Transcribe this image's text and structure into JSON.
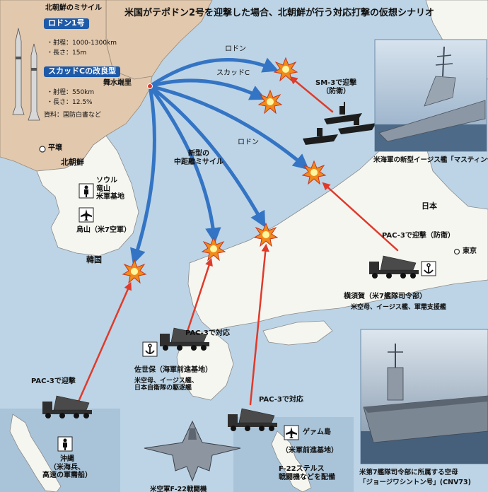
{
  "title": "米国がテポドン2号を迎撃した場合、北朝鮮が行う対応打撃の仮想シナリオ",
  "nk_missiles": {
    "header": "北朝鮮のミサイル",
    "missile1": {
      "name": "ロドン1号",
      "range": "・射程：1000-1300km",
      "length": "・長さ：15m"
    },
    "missile2": {
      "name": "スカッドCの改良型",
      "range": "・射程：550km",
      "length": "・長さ：12.5%"
    },
    "source": "資料：国防白書など"
  },
  "places": {
    "pyongyang": "平壌",
    "north_korea": "北朝鮮",
    "musudan": "舞水端里",
    "korea": "韓国",
    "japan": "日本",
    "tokyo": "東京"
  },
  "missile_labels": {
    "rodong_top": "ロドン",
    "scud_c": "スカッドC",
    "rodong_mid": "ロドン",
    "new_irbm": "新型の\n中距離ミサイル"
  },
  "bases": {
    "us_bases_korea": "ソウル\n竜山\n米軍基地",
    "osan": "烏山（米7空軍）",
    "yokosuka_title": "横須賀（米7艦隊司令部）",
    "yokosuka_detail": "米空母、イージス艦、軍需支援艦",
    "sasebo_title": "佐世保（海軍前進基地）",
    "sasebo_detail": "米空母、イージス艦、\n日本自衛隊の駆逐艦",
    "okinawa": "沖縄\n（米海兵、\n高速の軍需船）",
    "guam_title": "ゲァム島",
    "guam_detail": "（米軍前進基地）",
    "f22_note": "F-22ステルス\n戦闘機などを配備"
  },
  "intercepts": {
    "sm3": "SM-3で迎撃\n（防衛）",
    "pac3_tokyo": "PAC-3で迎撃（防衛）",
    "pac3_sasebo": "PAC-3で対応",
    "pac3_okinawa": "PAC-3で迎撃",
    "pac3_guam": "PAC-3で対応"
  },
  "captions": {
    "aegis": "米海軍の新型イージス艦「マスティン号」",
    "carrier": "米第7艦隊司令部に所属する空母\n「ジョージワシントン号」(CNV73)",
    "f22": "米空軍F-22戦闘機"
  },
  "colors": {
    "sea": "#bcd4e6",
    "land_nk": "#e2c8ad",
    "land_jp": "#f6f6f1",
    "blue_arrow": "#3474c4",
    "red_arrow": "#e03a2a",
    "accent": "#1e5aa8"
  }
}
